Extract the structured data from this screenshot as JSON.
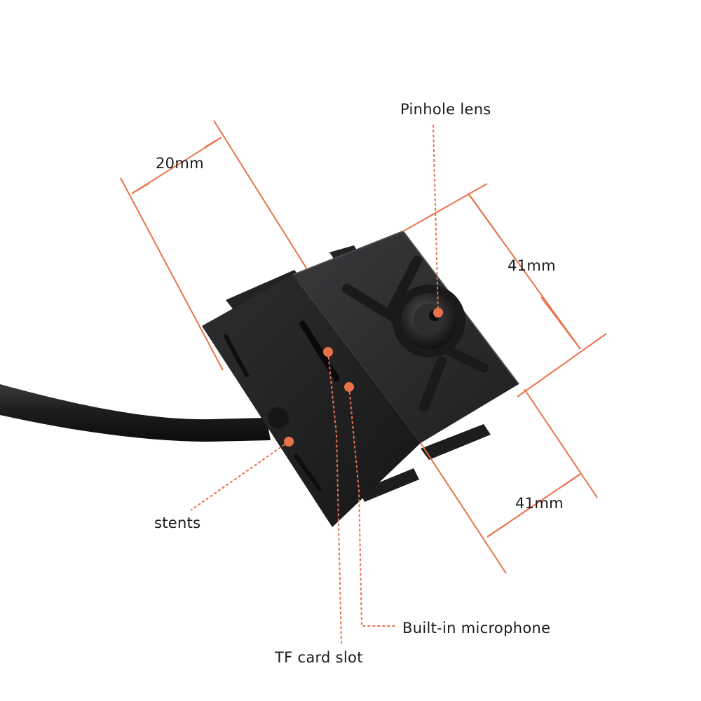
{
  "colors": {
    "annotation": "#e8734a",
    "camera_body": "#2a2a2c",
    "cable": "#1c1c1e",
    "background": "#ffffff"
  },
  "labels": {
    "pinhole_lens": "Pinhole lens",
    "width_top": "20mm",
    "depth_right": "41mm",
    "height_right": "41mm",
    "stents": "stents",
    "microphone": "Built-in microphone",
    "tf_card_slot": "TF card slot"
  }
}
